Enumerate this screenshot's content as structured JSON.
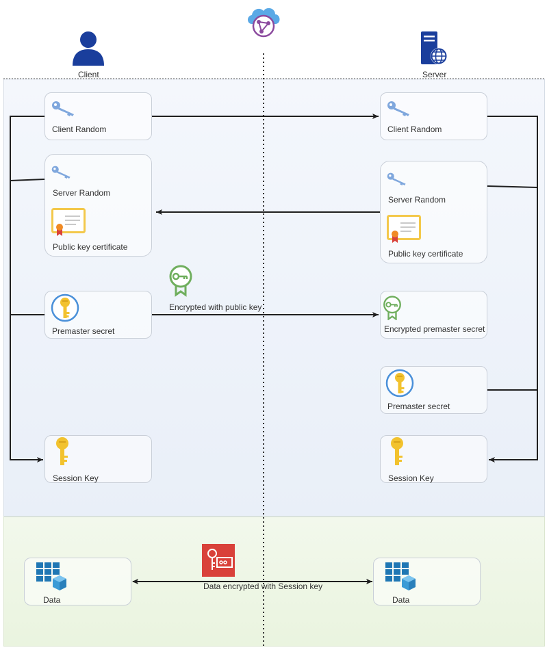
{
  "actors": {
    "client": "Client",
    "server": "Server"
  },
  "client": {
    "client_random": "Client Random",
    "server_random": "Server Random",
    "public_key_certificate": "Public key certificate",
    "premaster_secret": "Premaster secret",
    "session_key": "Session Key",
    "data": "Data"
  },
  "server": {
    "client_random": "Client Random",
    "server_random": "Server Random",
    "public_key_certificate": "Public key certificate",
    "encrypted_premaster_secret": "Encrypted premaster secret",
    "premaster_secret": "Premaster secret",
    "session_key": "Session Key",
    "data": "Data"
  },
  "edges": {
    "encrypted_with_public_key": "Encrypted with public key",
    "data_encrypted_with_session_key": "Data encrypted with Session key"
  },
  "colors": {
    "actor_blue": "#1a3e9c",
    "key_blue": "#7fa7dd",
    "key_gold": "#f2c22e",
    "cert_gold": "#f3c84b",
    "badge_green": "#6fae5d",
    "kms_red": "#d9413a",
    "data_blue": "#1f77b4",
    "cloud_blue": "#5aa9e6",
    "network_purple": "#8b4a9e",
    "line": "#1f1f1f"
  }
}
